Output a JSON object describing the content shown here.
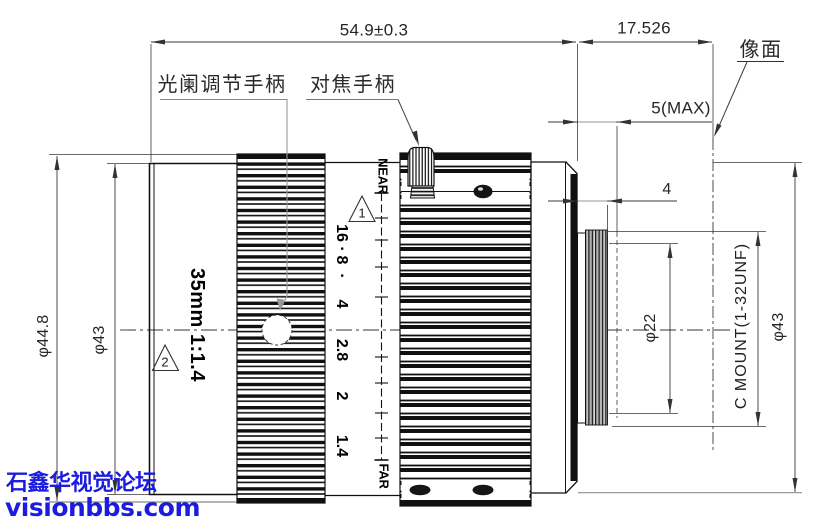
{
  "drawing": {
    "title_model": "35mm 1:1.4",
    "dimensions": {
      "total_length": "54.9±0.3",
      "flange_distance": "17.526",
      "thread_protrusion_max": "5(MAX)",
      "thread_length": "4",
      "front_outer_diameter": "φ44.8",
      "front_barrel_diameter": "φ43",
      "thread_minor_diameter": "φ22",
      "mount_spec": "C MOUNT(1-32UNF)",
      "rear_barrel_diameter": "φ43"
    },
    "labels": {
      "aperture_handle": "光阑调节手柄",
      "focus_handle": "对焦手柄",
      "image_plane": "像面"
    },
    "lens_markings": {
      "model": "35mm 1:1.4",
      "near": "NEAR",
      "far": "FAR",
      "aperture_scale": [
        "16",
        "·",
        "8",
        "·",
        "4",
        "2.8",
        "2",
        "1.4"
      ],
      "note_triangle_1": "1",
      "note_triangle_2": "2"
    },
    "watermark": {
      "line1": "石鑫华视觉论坛",
      "line2": "visionbbs.com",
      "color": "#1c1ce0"
    }
  }
}
